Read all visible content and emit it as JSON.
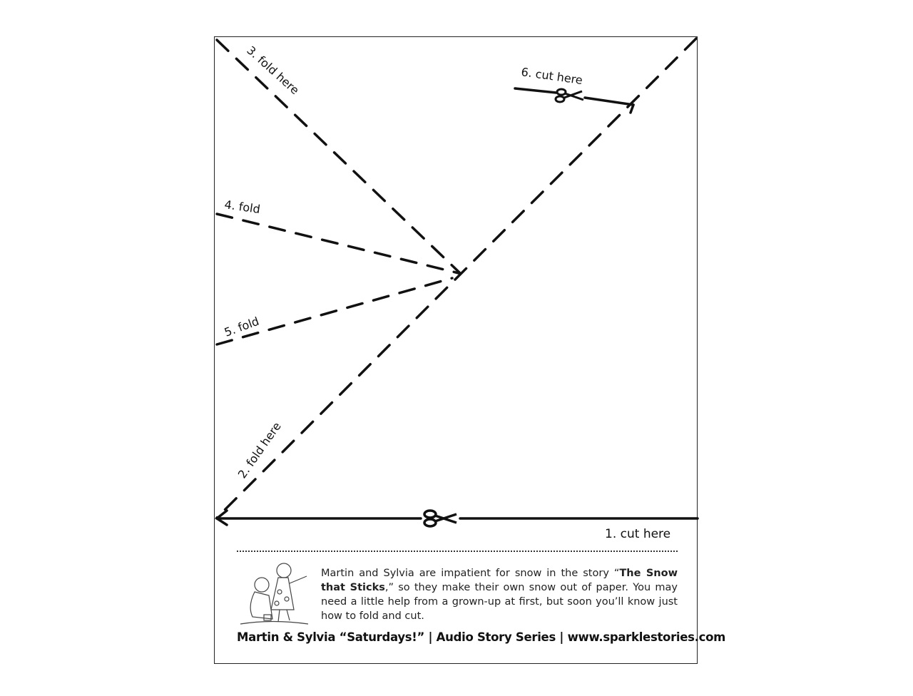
{
  "labels": {
    "fold3": "3. fold here",
    "fold4": "4. fold",
    "fold5": "5. fold",
    "fold2": "2. fold here",
    "cut6": "6. cut here",
    "cut1": "1. cut here"
  },
  "blurb": {
    "intro": "Martin and Sylvia are impatient for snow in the story “",
    "title": "The Snow that Sticks",
    "rest": ",” so they make their own snow out of paper. You may need a little help from a grown-up at first, but soon you’ll know just how to fold and cut."
  },
  "footer": "Martin & Sylvia “Saturdays!” | Audio Story Series | www.sparklestories.com"
}
